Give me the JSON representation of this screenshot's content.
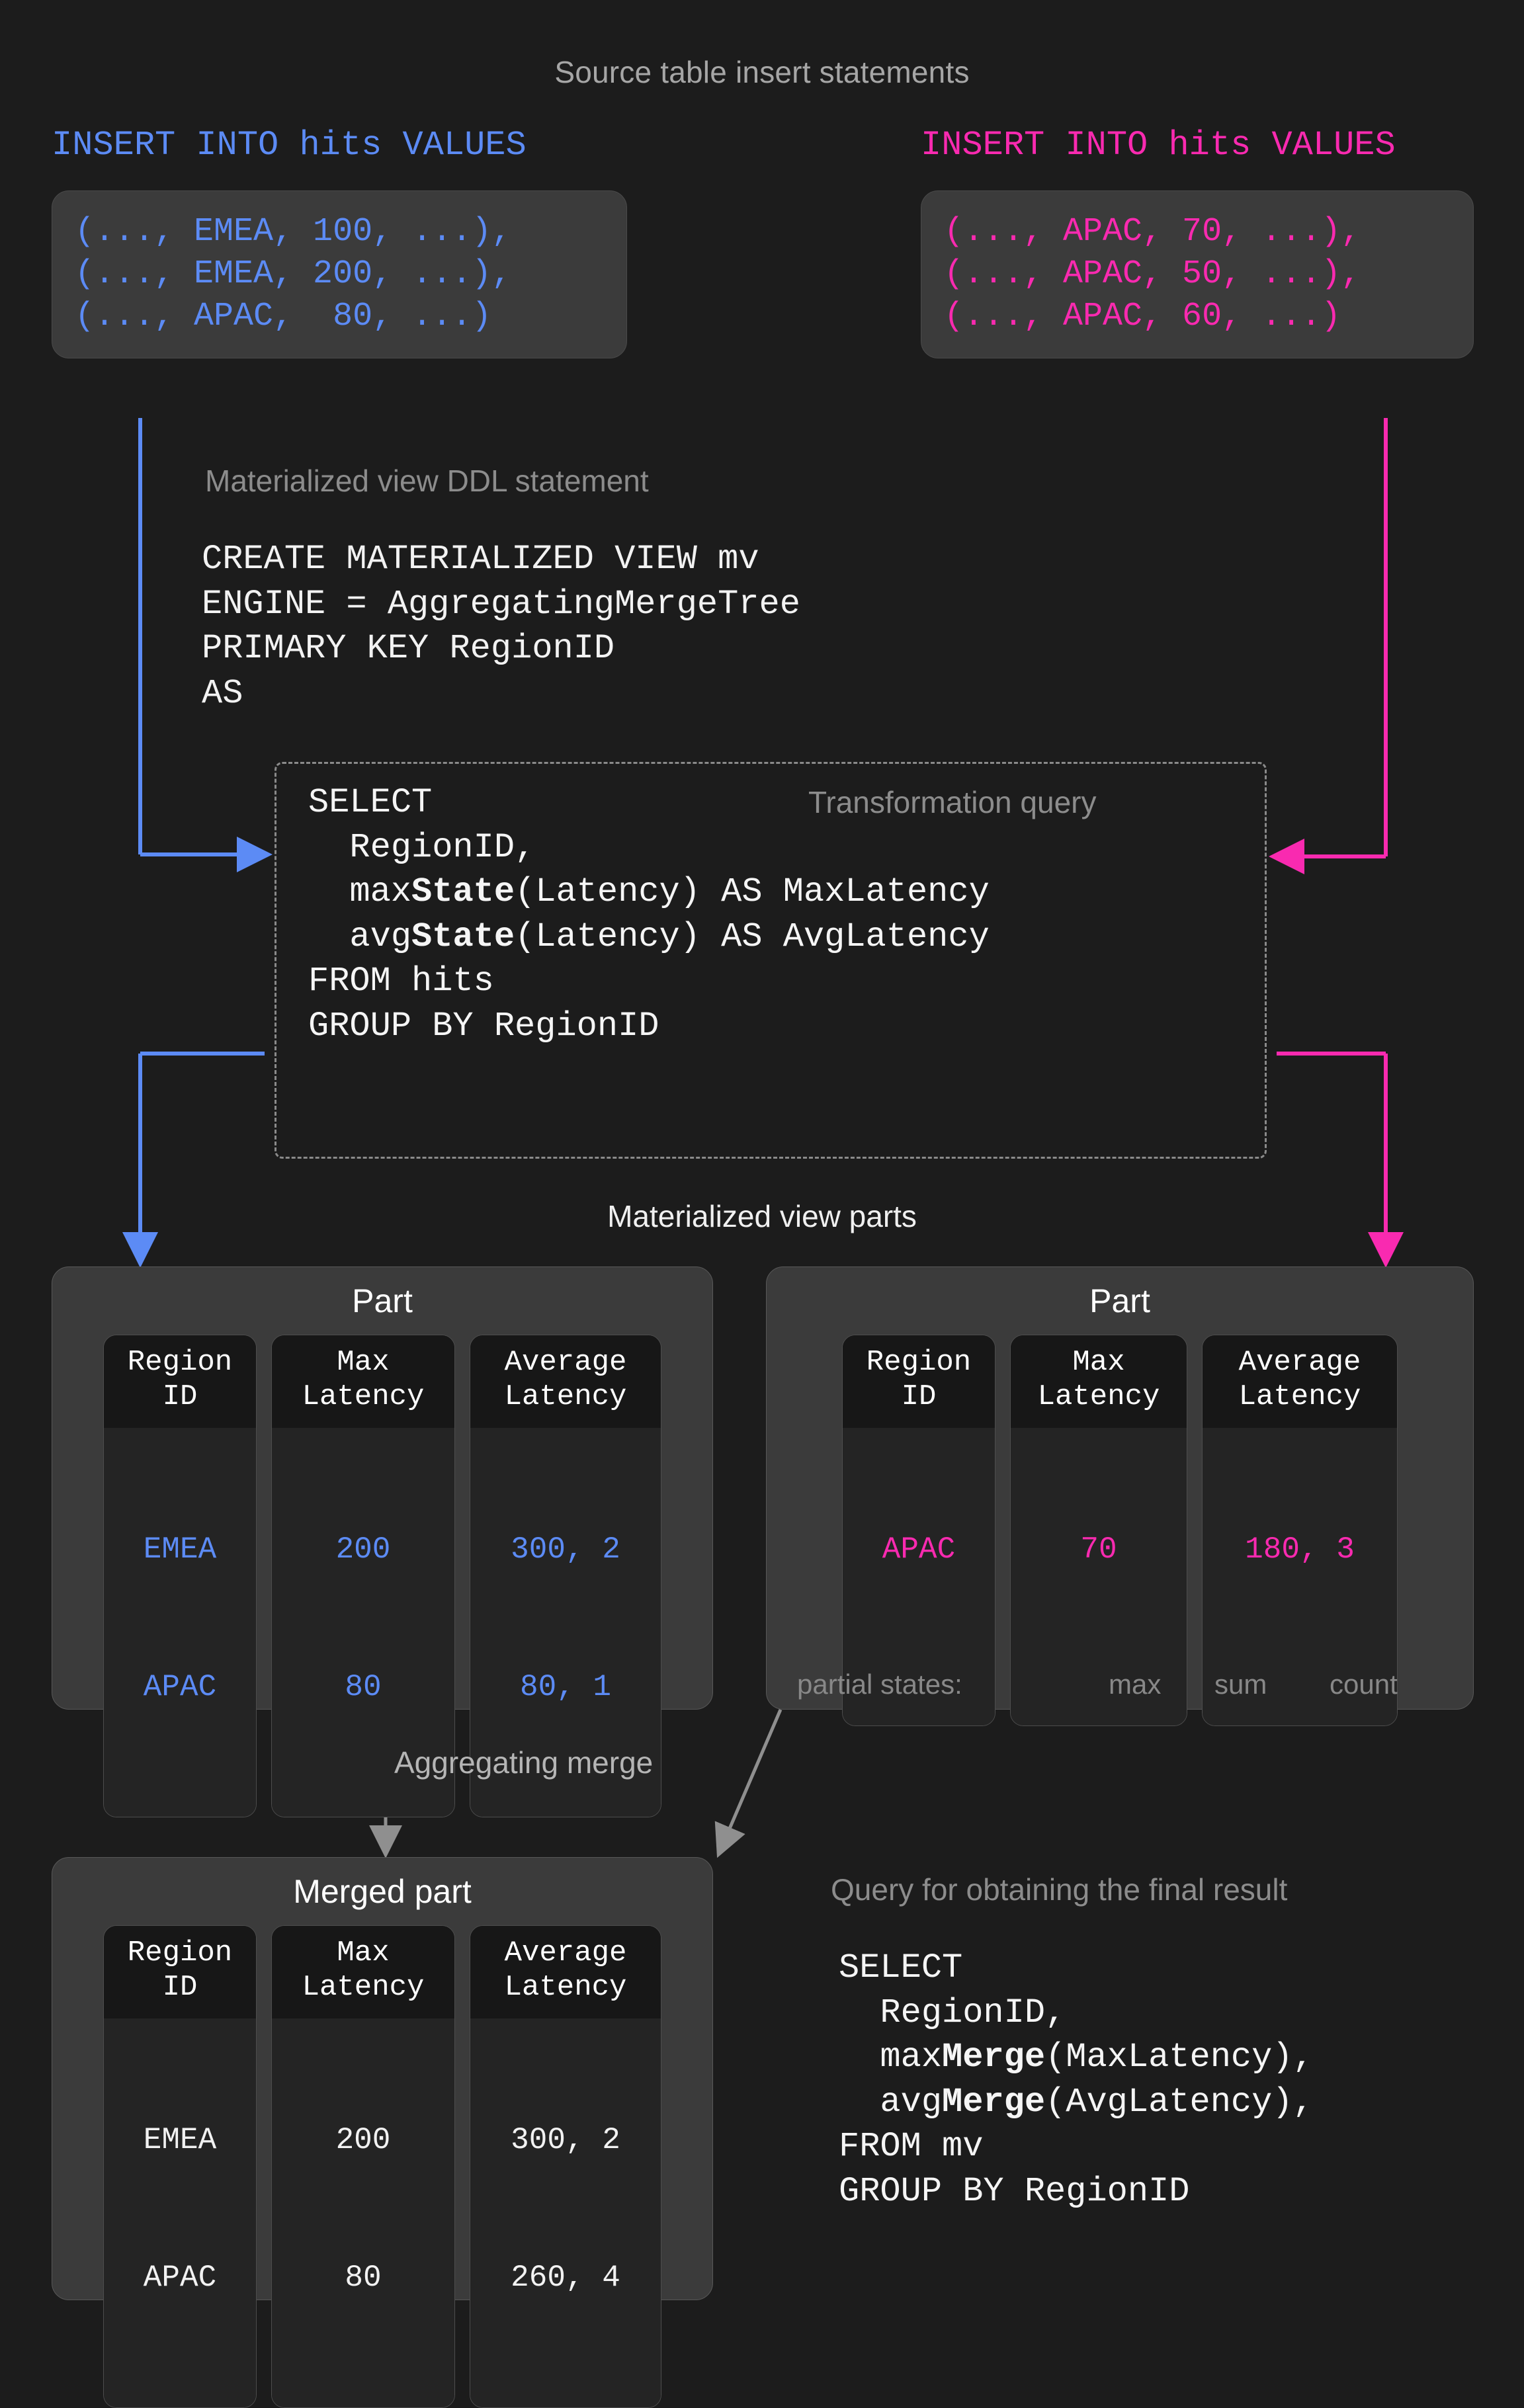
{
  "diagram": {
    "background": "#1c1c1c",
    "accent_blue": "#5c8bf5",
    "accent_pink": "#f92ab0",
    "muted": "#8c8c8c"
  },
  "headers": {
    "source_inserts": "Source table insert statements",
    "mv_ddl": "Materialized view DDL statement",
    "transformation_query": "Transformation query",
    "mv_parts": "Materialized view parts",
    "aggregating_merge": "Aggregating merge",
    "final_query": "Query for obtaining the final result"
  },
  "insert_left": {
    "statement": "INSERT INTO hits VALUES",
    "rows": [
      "(..., EMEA, 100, ...),",
      "(..., EMEA, 200, ...),",
      "(..., APAC,  80, ...)"
    ]
  },
  "insert_right": {
    "statement": "INSERT INTO hits VALUES",
    "rows": [
      "(..., APAC, 70, ...),",
      "(..., APAC, 50, ...),",
      "(..., APAC, 60, ...)"
    ]
  },
  "ddl": {
    "lines": [
      "CREATE MATERIALIZED VIEW mv",
      "ENGINE = AggregatingMergeTree",
      "PRIMARY KEY RegionID",
      "AS"
    ]
  },
  "transformation_query": {
    "line1": "SELECT",
    "line2": "  RegionID,",
    "line3_pre": "  max",
    "line3_kw": "State",
    "line3_post": "(Latency) AS MaxLatency",
    "line4_pre": "  avg",
    "line4_kw": "State",
    "line4_post": "(Latency) AS AvgLatency",
    "line5": "FROM hits",
    "line6": "GROUP BY RegionID"
  },
  "part_left": {
    "title": "Part",
    "columns": [
      {
        "header_top": "Region",
        "header_bottom": "ID",
        "values": [
          "EMEA",
          "APAC"
        ]
      },
      {
        "header_top": "Max",
        "header_bottom": "Latency",
        "values": [
          "200",
          "80"
        ]
      },
      {
        "header_top": "Average",
        "header_bottom": "Latency",
        "values": [
          "300, 2",
          "80, 1"
        ]
      }
    ]
  },
  "part_right": {
    "title": "Part",
    "columns": [
      {
        "header_top": "Region",
        "header_bottom": "ID",
        "values": [
          "APAC"
        ]
      },
      {
        "header_top": "Max",
        "header_bottom": "Latency",
        "values": [
          "70"
        ]
      },
      {
        "header_top": "Average",
        "header_bottom": "Latency",
        "values": [
          "180, 3"
        ]
      }
    ],
    "partial_states_label": "partial states:",
    "partial_states": [
      "max",
      "sum",
      "count"
    ]
  },
  "merged_part": {
    "title": "Merged part",
    "columns": [
      {
        "header_top": "Region",
        "header_bottom": "ID",
        "values": [
          "EMEA",
          "APAC"
        ]
      },
      {
        "header_top": "Max",
        "header_bottom": "Latency",
        "values": [
          "200",
          "80"
        ]
      },
      {
        "header_top": "Average",
        "header_bottom": "Latency",
        "values": [
          "300, 2",
          "260, 4"
        ]
      }
    ]
  },
  "final_query": {
    "line1": "SELECT",
    "line2": "  RegionID,",
    "line3_pre": "  max",
    "line3_kw": "Merge",
    "line3_post": "(MaxLatency),",
    "line4_pre": "  avg",
    "line4_kw": "Merge",
    "line4_post": "(AvgLatency),",
    "line5": "FROM mv",
    "line6": "GROUP BY RegionID"
  }
}
